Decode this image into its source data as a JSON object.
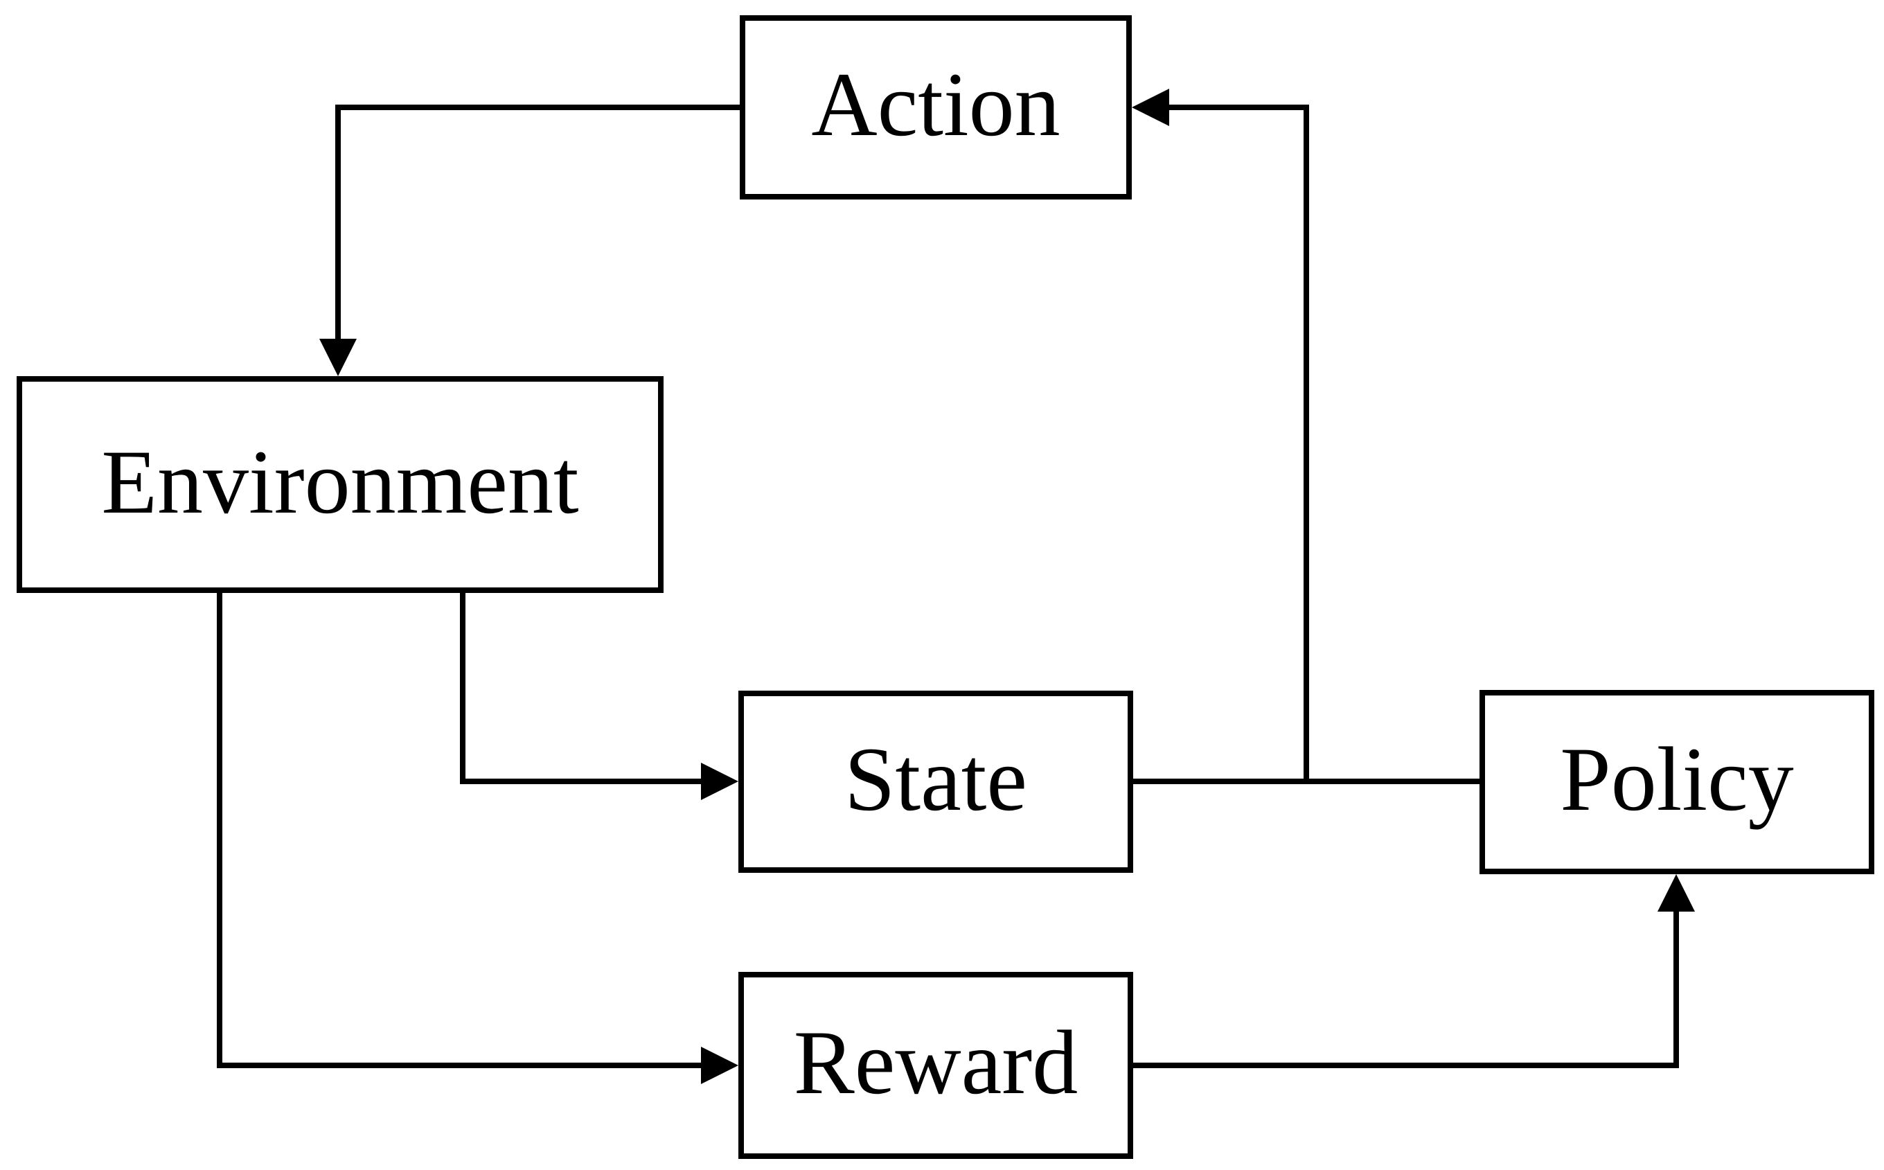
{
  "diagram": {
    "type": "flowchart",
    "background_color": "#ffffff",
    "line_color": "#000000",
    "text_color": "#000000",
    "nodes": [
      {
        "id": "action",
        "label": "Action"
      },
      {
        "id": "environment",
        "label": "Environment"
      },
      {
        "id": "state",
        "label": "State"
      },
      {
        "id": "policy",
        "label": "Policy"
      },
      {
        "id": "reward",
        "label": "Reward"
      }
    ],
    "edges": [
      {
        "from": "action",
        "to": "environment",
        "arrowhead": true
      },
      {
        "from": "environment",
        "to": "state",
        "arrowhead": true
      },
      {
        "from": "environment",
        "to": "reward",
        "arrowhead": true
      },
      {
        "from": "state",
        "to": "policy",
        "arrowhead": false
      },
      {
        "from": "state",
        "to": "action",
        "arrowhead": true
      },
      {
        "from": "reward",
        "to": "policy",
        "arrowhead": true
      }
    ]
  }
}
